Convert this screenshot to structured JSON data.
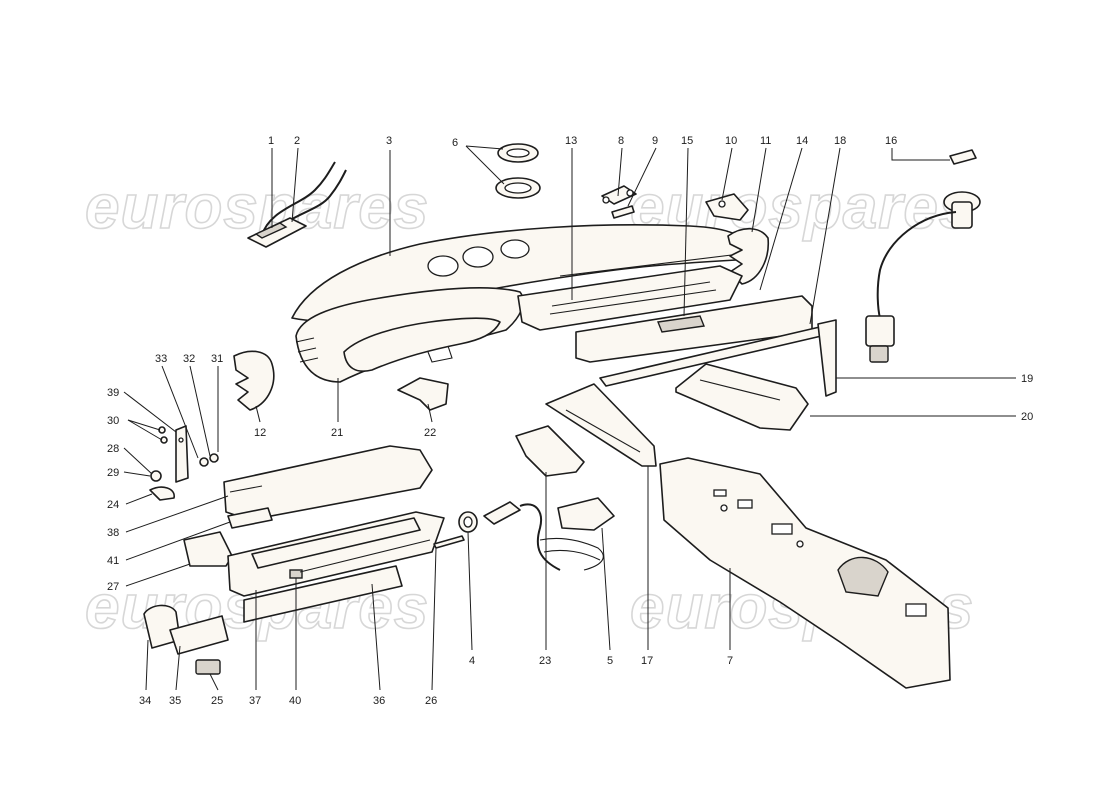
{
  "watermark_text": "eurospares",
  "callouts": {
    "c1": "1",
    "c2": "2",
    "c3": "3",
    "c4": "4",
    "c5": "5",
    "c6": "6",
    "c7": "7",
    "c8": "8",
    "c9": "9",
    "c10": "10",
    "c11": "11",
    "c12": "12",
    "c13": "13",
    "c14": "14",
    "c15": "15",
    "c16": "16",
    "c17": "17",
    "c18": "18",
    "c19": "19",
    "c20": "20",
    "c21": "21",
    "c22": "22",
    "c23": "23",
    "c24": "24",
    "c25": "25",
    "c26": "26",
    "c27": "27",
    "c28": "28",
    "c29": "29",
    "c30": "30",
    "c31": "31",
    "c32": "32",
    "c33": "33",
    "c34": "34",
    "c35": "35",
    "c36": "36",
    "c37": "37",
    "c38": "38",
    "c39": "39",
    "c40": "40",
    "c41": "41"
  }
}
